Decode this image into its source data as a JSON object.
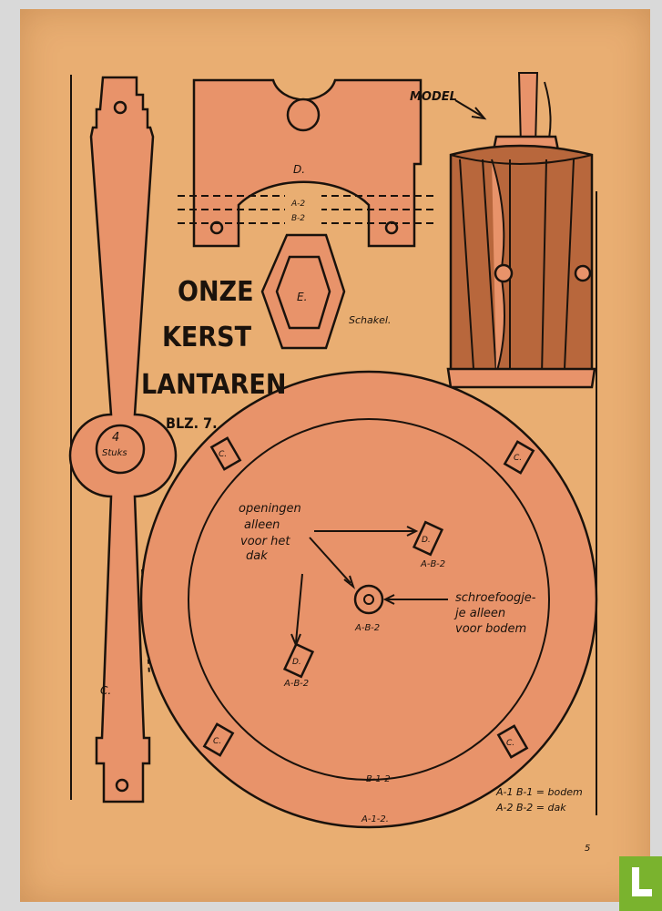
{
  "title": {
    "line1": "ONZE",
    "line2": "KERST",
    "line3": "LANTAREN"
  },
  "page_ref": "BLZ. 7.",
  "model_label": "MODEL",
  "schakel_label": "Schakel.",
  "parts": {
    "c_label": "C.",
    "d_label": "D.",
    "e_label": "E.",
    "a2": "A-2",
    "b2": "B-2",
    "count_num": "4",
    "count_word": "Stuks"
  },
  "disc": {
    "slot_label": "C.",
    "d_slot": "D.",
    "ab2": "A-B-2",
    "b12": "B-1-2",
    "a12": "A-1-2."
  },
  "notes": {
    "openingen": [
      "openingen",
      "alleen",
      "voor het",
      "dak"
    ],
    "schroef": [
      "schroefoogje-",
      "je alleen",
      "voor bodem"
    ]
  },
  "legend": {
    "line1": "A-1 B-1 = bodem",
    "line2": "A-2 B-2 = dak"
  },
  "page_number": "5"
}
